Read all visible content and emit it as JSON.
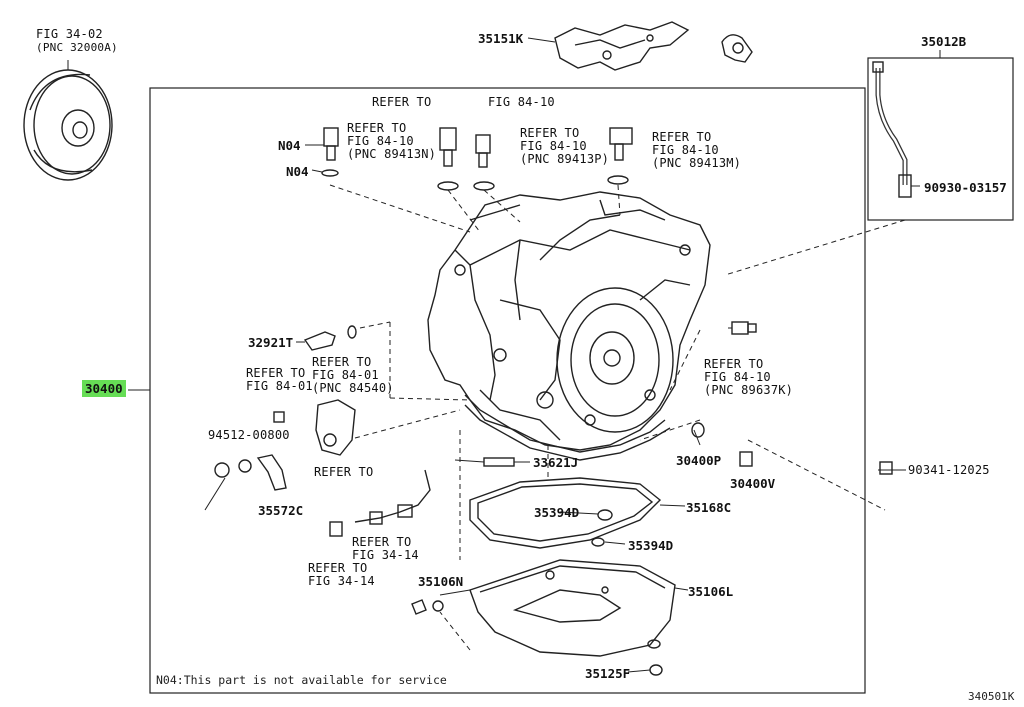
{
  "callouts": {
    "fig3402": "FIG 34-02",
    "pnc32000a": "(PNC 32000A)",
    "p35151k": "35151K",
    "p35012b": "35012B",
    "p90930": "90930-03157",
    "n04a": "N04",
    "n04b": "N04",
    "ref89413n": "REFER TO\nFIG 84-10\n(PNC 89413N)",
    "ref89413p": "REFER TO\nFIG 84-10\n(PNC 89413P)",
    "ref89413m": "REFER TO\nFIG 84-10\n(PNC 89413M)",
    "ref_top": "REFER TO",
    "fig8410_top": "FIG 84-10",
    "p32921t": "32921T",
    "ref84540": "REFER TO\nFIG 84-01\n(PNC 84540)",
    "ref8401": "REFER TO\nFIG 84-01",
    "p30400_main": "30400",
    "p94512": "94512-00800",
    "ref89637k": "REFER TO\nFIG 84-10\n(PNC 89637K)",
    "p33621j": "33621J",
    "p30400p": "30400P",
    "p30400v": "30400V",
    "p90341": "90341-12025",
    "ref_mid": "REFER TO",
    "p35572c": "35572C",
    "p35394d_a": "35394D",
    "p35168c": "35168C",
    "p35394d_b": "35394D",
    "ref3414a": "REFER TO\nFIG 34-14",
    "ref3414b": "REFER TO\nFIG 34-14",
    "p35106n": "35106N",
    "p35106l": "35106L",
    "p35125f": "35125F"
  },
  "footnote": "N04:This part is not available for service",
  "figure_id": "340501K",
  "highlight_color": "#66dd55"
}
